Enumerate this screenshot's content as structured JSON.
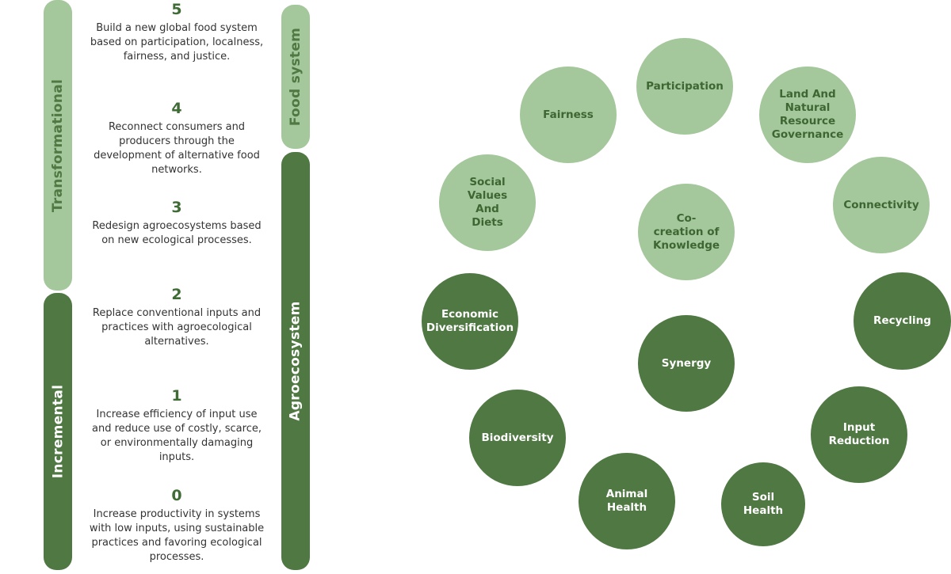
{
  "bars": {
    "transformational": "Transformational",
    "incremental": "Incremental",
    "food_system": "Food system",
    "agroecosystem": "Agroecosystem"
  },
  "levels": [
    {
      "num": "5",
      "desc": "Build a new global food system based on participation, localness, fairness, and justice."
    },
    {
      "num": "4",
      "desc": "Reconnect consumers and producers through the development of alternative food networks."
    },
    {
      "num": "3",
      "desc": "Redesign agroecosystems based on new ecological processes."
    },
    {
      "num": "2",
      "desc": "Replace conventional inputs and practices with agroecological alternatives."
    },
    {
      "num": "1",
      "desc": "Increase efficiency of input use and reduce use of costly, scarce, or environmentally damaging inputs."
    },
    {
      "num": "0",
      "desc": "Increase productivity in systems with low inputs, using sustainable practices and favoring ecological processes."
    }
  ],
  "principles": {
    "participation": "Participation",
    "fairness": "Fairness",
    "land": "Land And Natural Resource Governance",
    "social": "Social Values And Diets",
    "cocreation": "Co-creation of Knowledge",
    "connectivity": "Connectivity",
    "economic": "Economic Diversification",
    "recycling": "Recycling",
    "synergy": "Synergy",
    "biodiversity": "Biodiversity",
    "input": "Input Reduction",
    "animal": "Animal Health",
    "soil": "Soil Health"
  },
  "colors": {
    "light_green": "#a4c79b",
    "dark_green": "#4f7843"
  }
}
